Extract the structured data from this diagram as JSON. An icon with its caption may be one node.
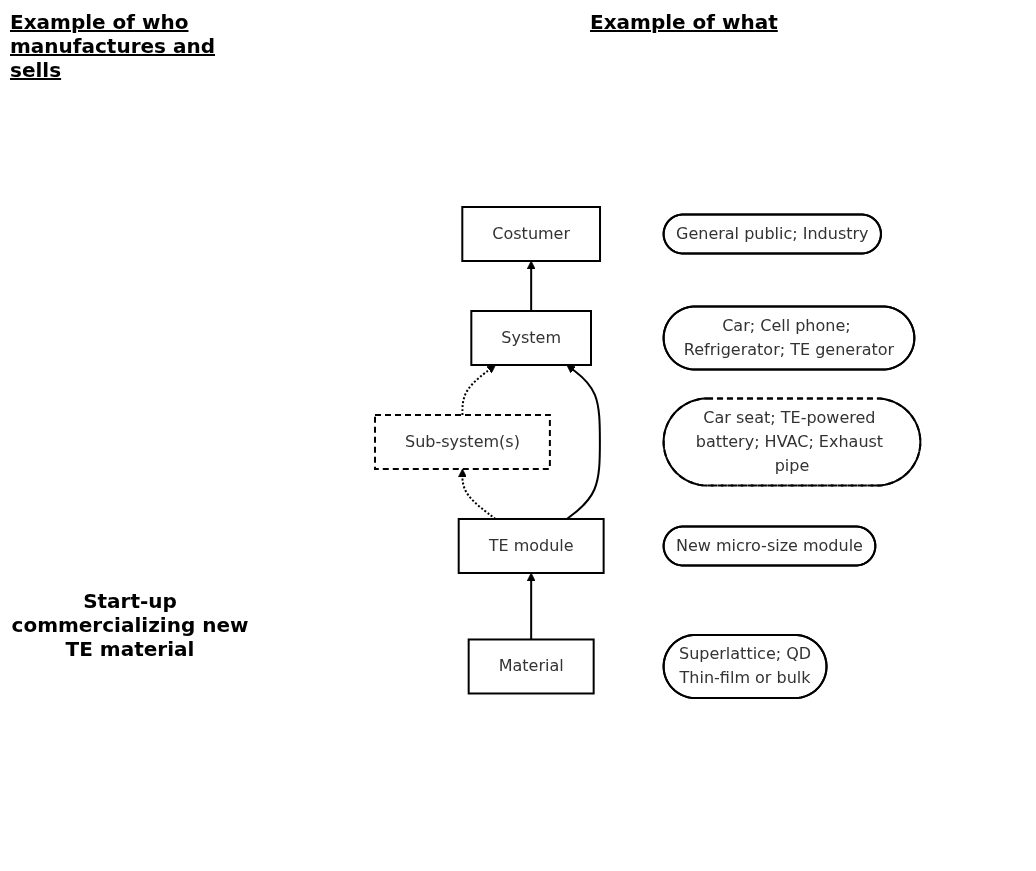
{
  "diagram": {
    "nodes": [
      {
        "text": [
          "Costumer"
        ]
      },
      {
        "text": [
          "System"
        ]
      },
      {
        "text": [
          "Sub-system(s)"
        ]
      },
      {
        "text": [
          "TE module"
        ]
      },
      {
        "text": [
          "Material"
        ]
      },
      {
        "text": [
          "General public; Industry"
        ]
      },
      {
        "text": [
          "Car; Cell phone; Refrigerator; TE generator"
        ]
      },
      {
        "text": [
          "Car seat; TE-powered battery; HVAC; Exhaust pipe"
        ]
      },
      {
        "text": [
          "New micro-size module"
        ]
      },
      {
        "text": [
          "Superlattice; QD",
          "Thin-film or bulk"
        ]
      }
    ],
    "edges": [
      {
        "from": 1,
        "to": 0,
        "arrow": "to"
      },
      {
        "from": 2,
        "to": 1,
        "arrow": "to",
        "style": "dashed"
      },
      {
        "from": 3,
        "to": 2,
        "arrow": "to",
        "style": "dashed"
      },
      {
        "from": 3,
        "to": 1,
        "arrow": "to"
      },
      {
        "from": 4,
        "to": 3,
        "arrow": "to"
      }
    ],
    "labels": [
      "Example of who manufactures and sells",
      "Example of what",
      "Start-up commercializing new TE material"
    ]
  }
}
